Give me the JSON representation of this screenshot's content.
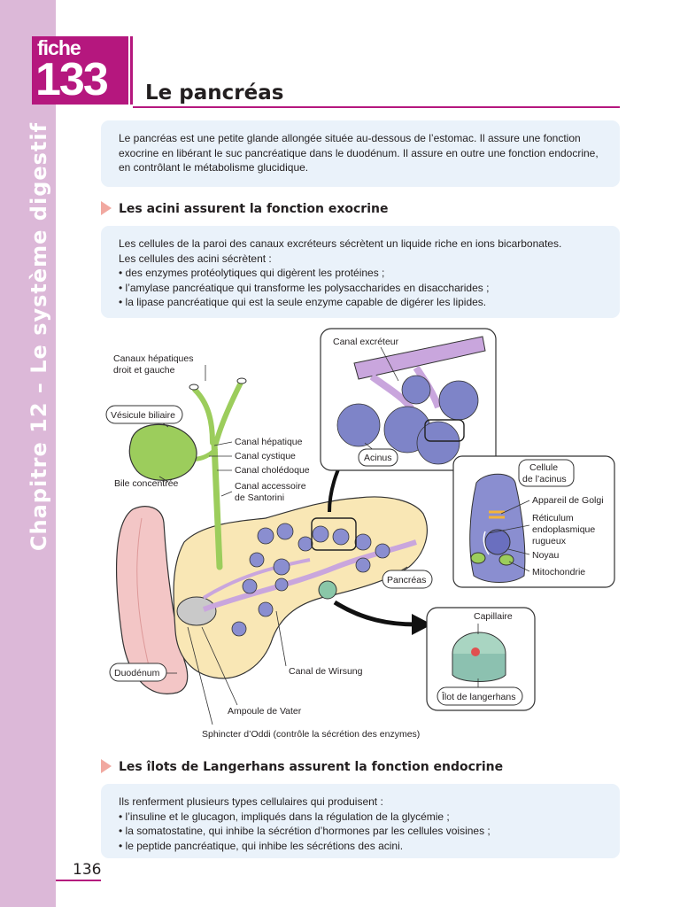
{
  "sidebar": {
    "chapter": "Chapitre 12 – Le système digestif"
  },
  "header": {
    "fiche_label": "fiche",
    "fiche_number": "133",
    "title": "Le pancréas"
  },
  "intro": {
    "text": "Le pancréas est une petite glande allongée située au-dessous de l’estomac. Il assure une fonction exocrine en libérant le suc pancréatique dans le duodénum. Il assure en outre une fonction endocrine, en contrôlant le métabolisme glucidique."
  },
  "section1": {
    "heading": "Les acini assurent la fonction exocrine",
    "lines": [
      "Les cellules de la paroi des canaux excréteurs sécrètent un liquide riche en ions bicarbonates.",
      "Les cellules des acini sécrètent :"
    ],
    "bullets": [
      "des enzymes protéolytiques qui digèrent les protéines ;",
      "l’amylase pancréatique qui transforme les polysaccharides en disaccharides ;",
      "la lipase pancréatique qui est la seule enzyme capable de digérer les lipides."
    ]
  },
  "diagram": {
    "canaux_hepatiques_1": "Canaux hépatiques",
    "canaux_hepatiques_2": "droit et gauche",
    "vesicule": "Vésicule biliaire",
    "bile": "Bile concentrée",
    "canal_hepatique": "Canal hépatique",
    "canal_cystique": "Canal cystique",
    "canal_choledoque": "Canal cholédoque",
    "canal_accessoire_1": "Canal accessoire",
    "canal_accessoire_2": "de Santorini",
    "canal_excreteur": "Canal excréteur",
    "acinus": "Acinus",
    "cellule_1": "Cellule",
    "cellule_2": "de l’acinus",
    "golgi": "Appareil de Golgi",
    "reticulum_1": "Réticulum",
    "reticulum_2": "endoplasmique",
    "reticulum_3": "rugueux",
    "noyau": "Noyau",
    "mitochondrie": "Mitochondrie",
    "pancreas": "Pancréas",
    "capillaire": "Capillaire",
    "ilot": "Îlot de langerhans",
    "duodenum": "Duodénum",
    "canal_wirsung": "Canal de Wirsung",
    "ampoule": "Ampoule de Vater",
    "sphincter": "Sphincter d’Oddi (contrôle la sécrétion des enzymes)"
  },
  "section2": {
    "heading": "Les îlots de Langerhans assurent la fonction endocrine",
    "lines": [
      "Ils renferment plusieurs types cellulaires qui produisent :"
    ],
    "bullets": [
      "l’insuline et le glucagon, impliqués dans la régulation de la glycémie ;",
      "la somatostatine, qui inhibe la sécrétion d’hormones par les cellules voisines ;",
      "le peptide pancréatique, qui inhibe les sécrétions des acini."
    ]
  },
  "footer": {
    "page_number": "136"
  }
}
